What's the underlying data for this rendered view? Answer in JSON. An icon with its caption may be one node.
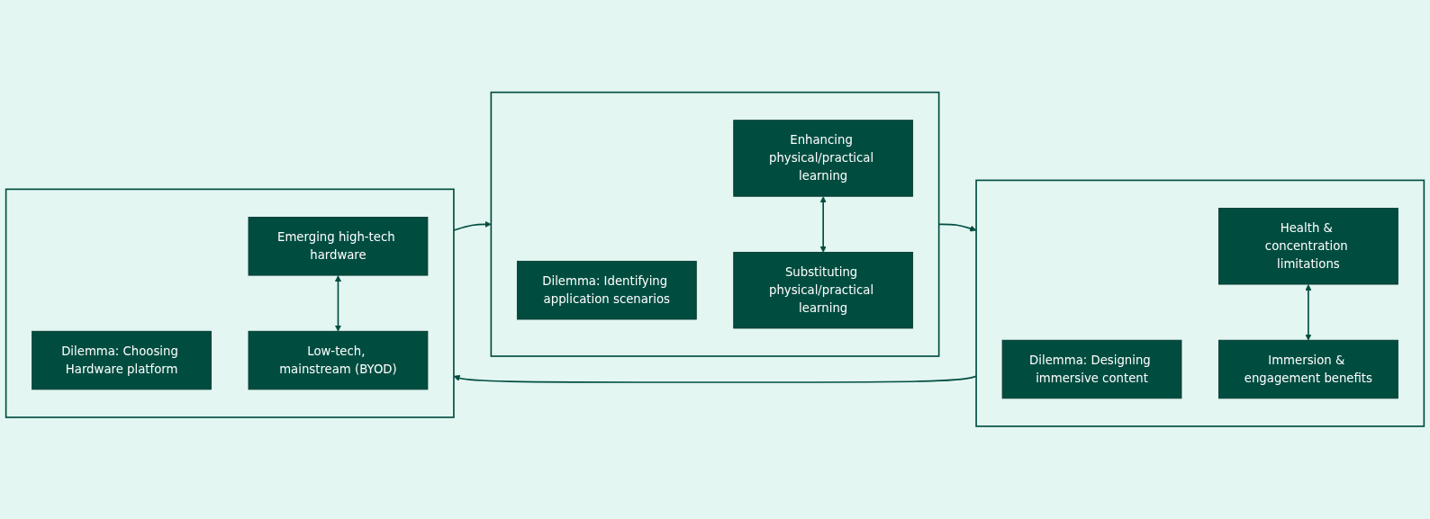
{
  "diagram": {
    "nodes": [
      {
        "text": [],
        "shape": "box"
      },
      {
        "text": [
          "Dilemma: Identifying application scenarios"
        ],
        "in": 0
      },
      {
        "text": [
          "Enhancing physical/practical learning"
        ],
        "in": 0
      },
      {
        "text": [
          "Substituting physical/practical learning"
        ],
        "in": 0
      },
      {
        "text": [],
        "shape": "box"
      },
      {
        "text": [
          "Dilemma: Designing immersive content"
        ],
        "in": 4
      },
      {
        "text": [
          "Health & concentration limitations"
        ],
        "in": 4
      },
      {
        "text": [
          "Immersion & engagement benefits"
        ],
        "in": 4
      },
      {
        "text": [],
        "shape": "box"
      },
      {
        "text": [
          "Dilemma: Choosing Hardware platform"
        ],
        "in": 8
      },
      {
        "text": [
          "Emerging high-tech hardware"
        ],
        "in": 8
      },
      {
        "text": [
          "Low-tech, mainstream (BYOD)"
        ],
        "in": 8
      }
    ],
    "edges": [
      {
        "from": 0,
        "to": 4,
        "arrow": "to"
      },
      {
        "from": 4,
        "to": 8,
        "arrow": "to"
      },
      {
        "from": 8,
        "to": 0,
        "arrow": "to"
      },
      {
        "from": 2,
        "to": 3,
        "arrow": "both"
      },
      {
        "from": 6,
        "to": 7,
        "arrow": "both"
      },
      {
        "from": 10,
        "to": 11,
        "arrow": "both"
      }
    ]
  }
}
